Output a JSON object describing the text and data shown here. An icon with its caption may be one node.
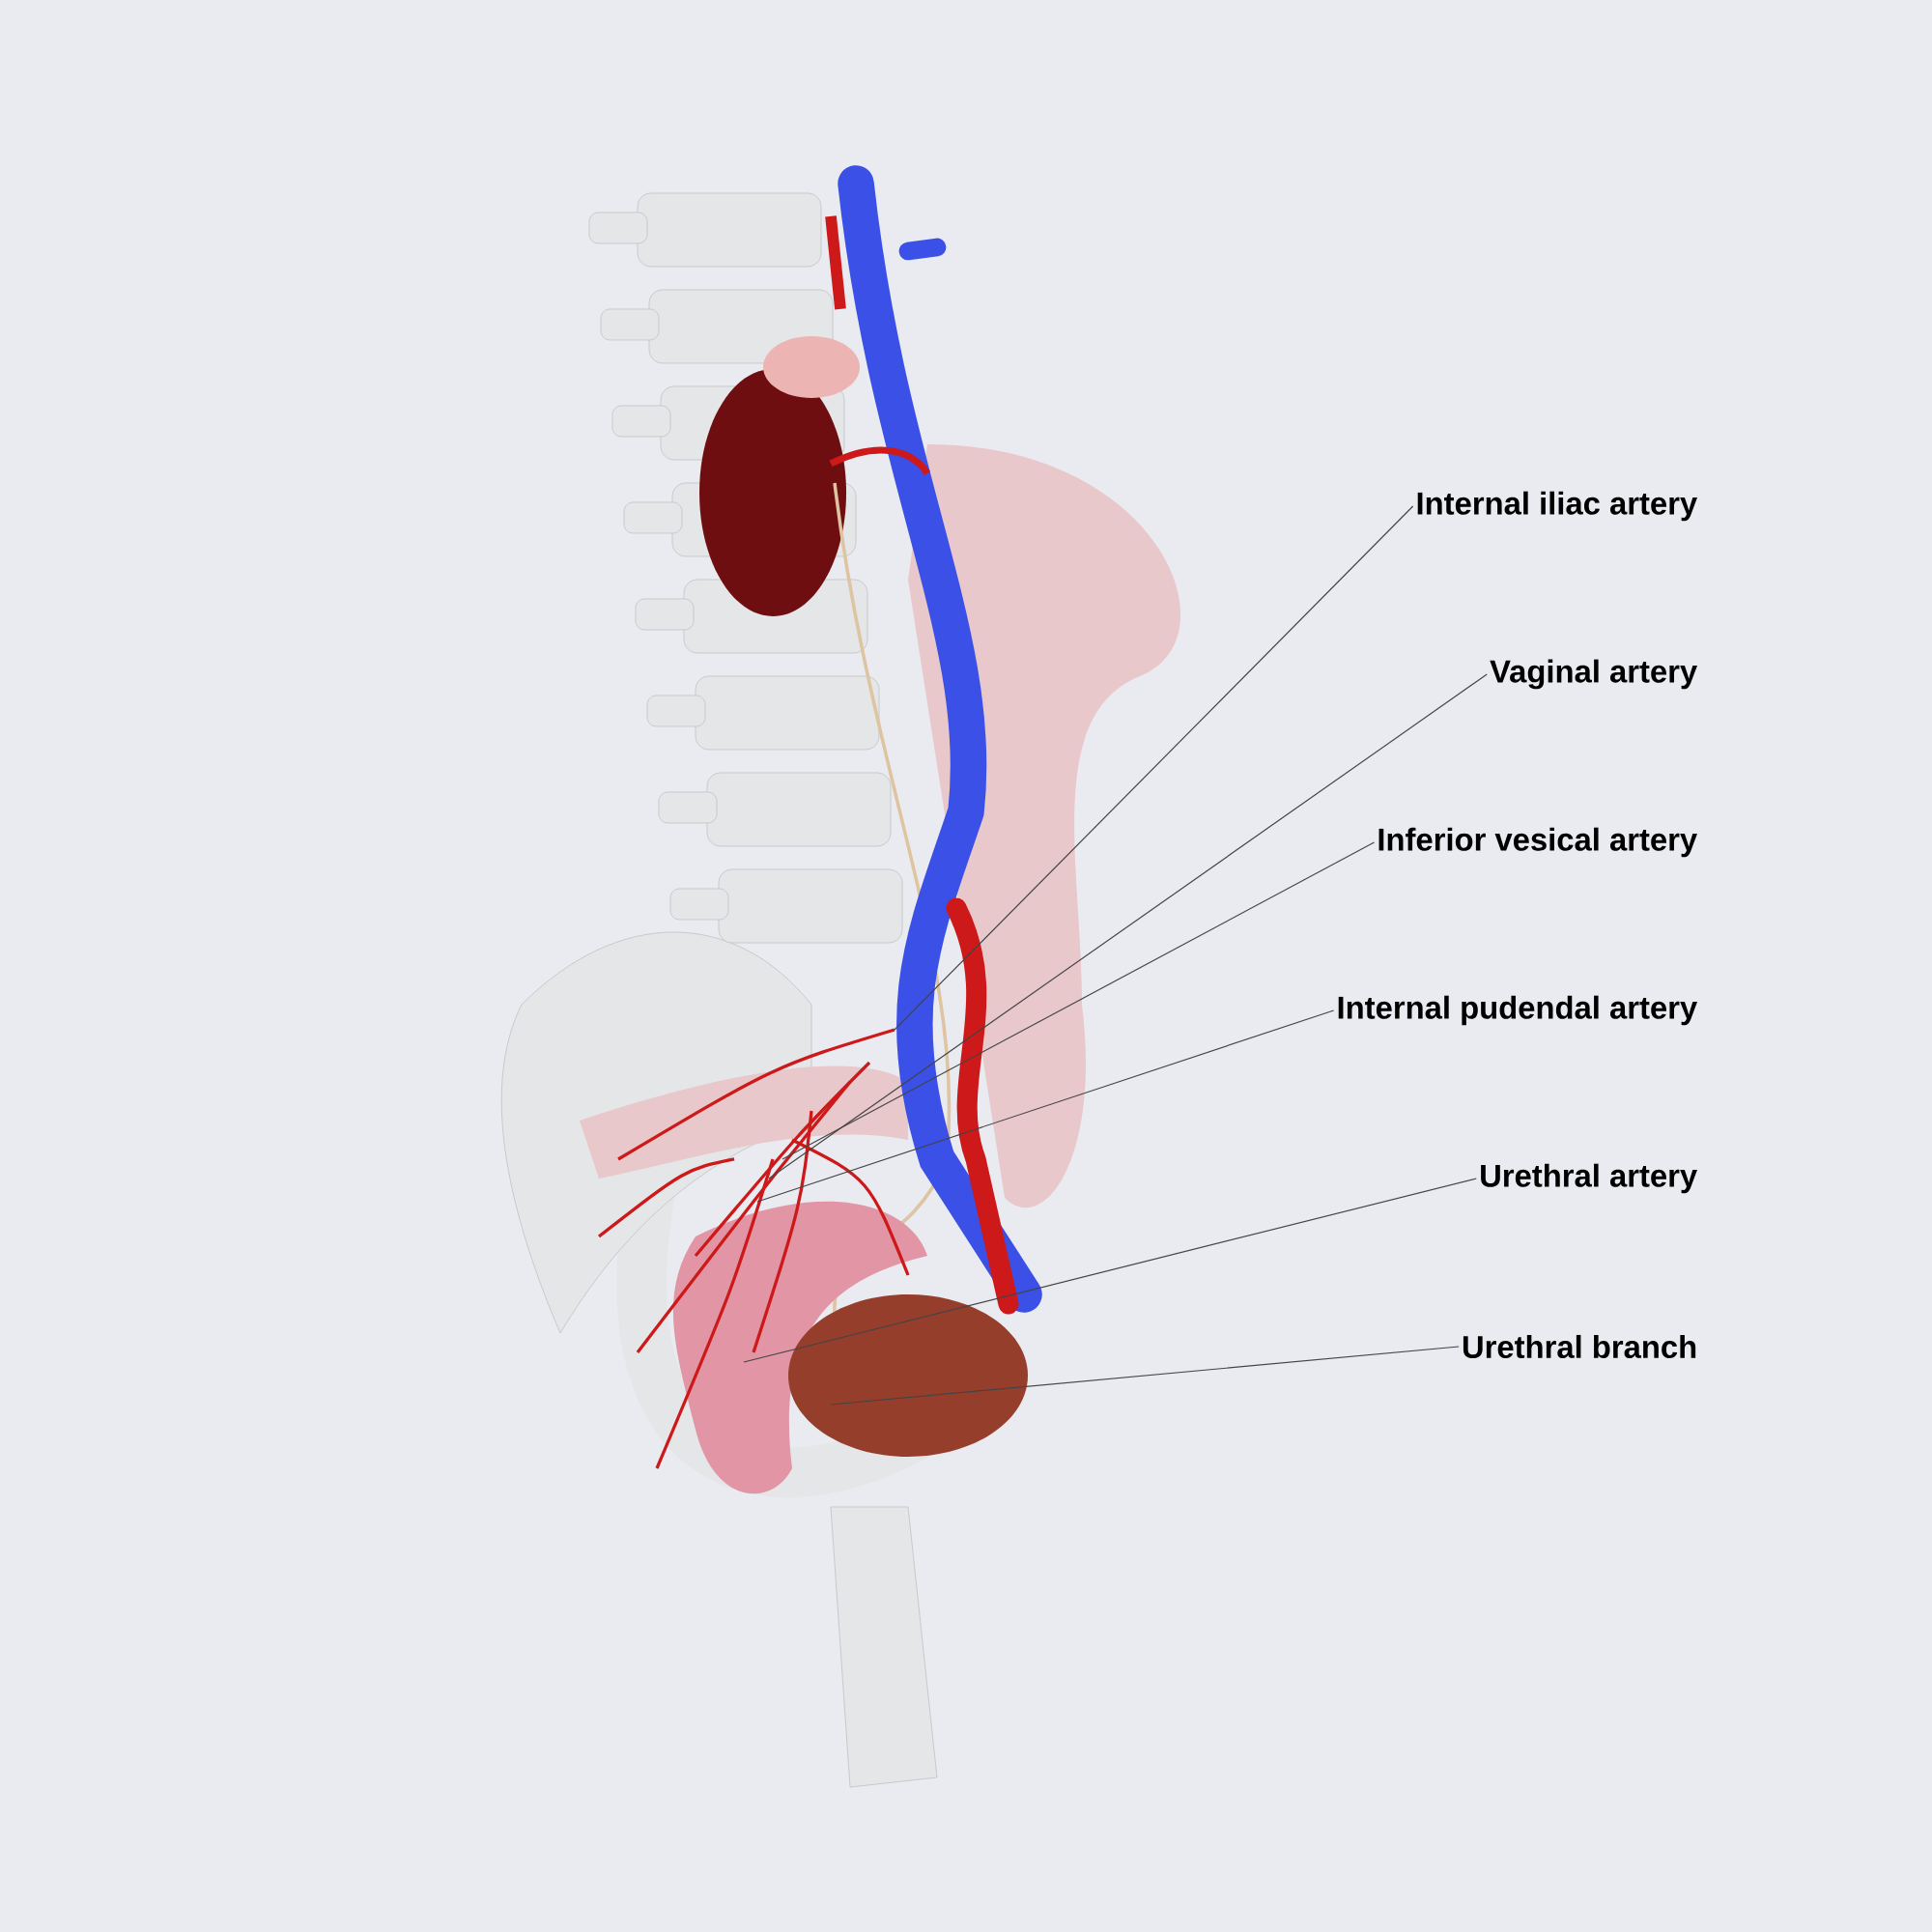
{
  "diagram": {
    "nodes": [
      {
        "text": [
          "Internal iliac artery"
        ]
      },
      {
        "text": [
          "Vaginal artery"
        ]
      },
      {
        "text": [
          "Inferior vesical artery"
        ]
      },
      {
        "text": [
          "Internal pudendal artery"
        ]
      },
      {
        "text": [
          "Urethral artery"
        ]
      },
      {
        "text": [
          "Urethral branch"
        ]
      }
    ],
    "edges": [
      {
        "from": 0,
        "to": null,
        "arrow": "none"
      },
      {
        "from": 1,
        "to": null,
        "arrow": "none"
      },
      {
        "from": 2,
        "to": null,
        "arrow": "none"
      },
      {
        "from": 3,
        "to": null,
        "arrow": "none"
      },
      {
        "from": 4,
        "to": null,
        "arrow": "none"
      },
      {
        "from": 5,
        "to": null,
        "arrow": "none"
      }
    ]
  }
}
